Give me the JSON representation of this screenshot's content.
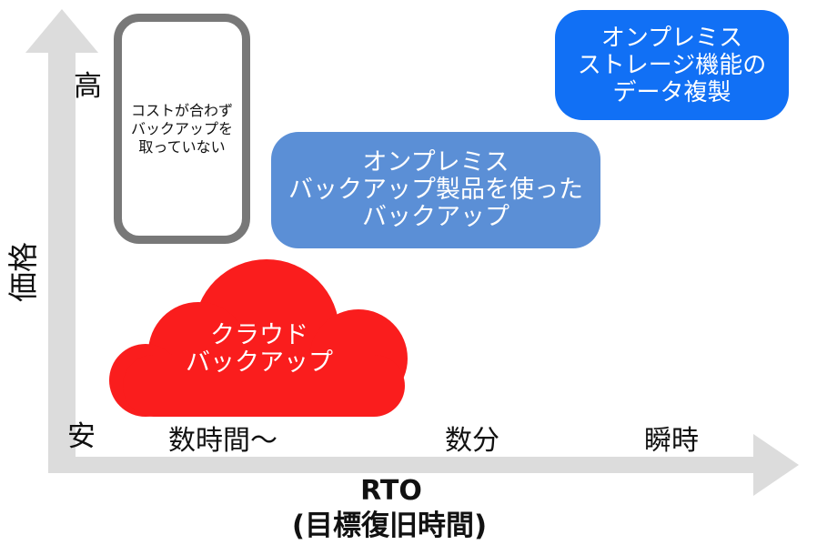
{
  "colors": {
    "axis_gray": "#DCDCDC",
    "outline_gray": "#787878",
    "dark_blue": "#1170F5",
    "medium_blue": "#5B8FD6",
    "red": "#FA1D1D",
    "text": "#111111",
    "box_text": "#FFFFFF"
  },
  "y_axis": {
    "title": "価格",
    "high_label": "高",
    "low_label": "安"
  },
  "x_axis": {
    "title": "RTO",
    "subtitle": "(目標復旧時間)",
    "ticks": [
      "数時間〜",
      "数分",
      "瞬時"
    ]
  },
  "no_backup_box": {
    "lines": [
      "コストが合わず",
      "バックアップを",
      "取っていない"
    ]
  },
  "onprem_storage_box": {
    "lines": [
      "オンプレミス",
      "ストレージ機能の",
      "データ複製"
    ]
  },
  "onprem_backup_box": {
    "lines": [
      "オンプレミス",
      "バックアップ製品を使った",
      "バックアップ"
    ]
  },
  "cloud_backup": {
    "lines": [
      "クラウド",
      "バックアップ"
    ]
  }
}
